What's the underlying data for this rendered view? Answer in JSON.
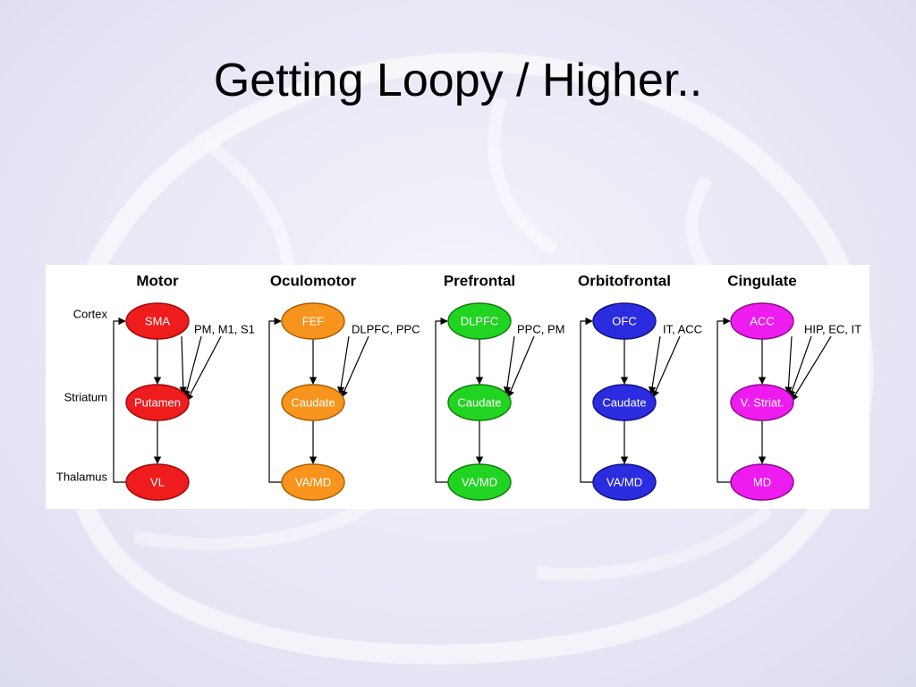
{
  "slide": {
    "title": "Getting Loopy / Higher.."
  },
  "diagram": {
    "row_labels": [
      "Cortex",
      "Striatum",
      "Thalamus"
    ],
    "loops": [
      {
        "header": "Motor",
        "cortex": "SMA",
        "striatum": "Putamen",
        "thalamus": "VL",
        "inputs": "PM, M1, S1",
        "input_count": 3,
        "fill": "#ee1c1c",
        "stroke": "#9a0a0a"
      },
      {
        "header": "Oculomotor",
        "cortex": "FEF",
        "striatum": "Caudate",
        "thalamus": "VA/MD",
        "inputs": "DLPFC, PPC",
        "input_count": 2,
        "fill": "#f7941d",
        "stroke": "#a85c00"
      },
      {
        "header": "Prefrontal",
        "cortex": "DLPFC",
        "striatum": "Caudate",
        "thalamus": "VA/MD",
        "inputs": "PPC, PM",
        "input_count": 2,
        "fill": "#22d422",
        "stroke": "#0e7a0e"
      },
      {
        "header": "Orbitofrontal",
        "cortex": "OFC",
        "striatum": "Caudate",
        "thalamus": "VA/MD",
        "inputs": "IT, ACC",
        "input_count": 2,
        "fill": "#2b2be0",
        "stroke": "#111180"
      },
      {
        "header": "Cingulate",
        "cortex": "ACC",
        "striatum": "V. Striat.",
        "thalamus": "MD",
        "inputs": "HIP, EC, IT",
        "input_count": 3,
        "fill": "#ee1cee",
        "stroke": "#8c0a8c"
      }
    ]
  }
}
